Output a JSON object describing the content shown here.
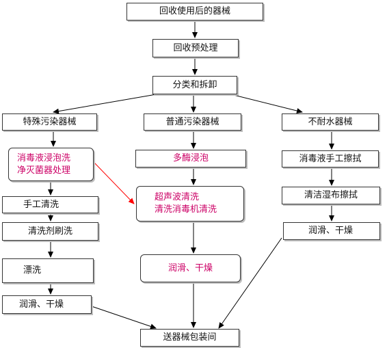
{
  "nodes": {
    "recycle_used": "回收使用后的器械",
    "pretreatment": "回收预处理",
    "sort_disassemble": "分类和拆卸",
    "special_contaminated": "特殊污染器械",
    "normal_contaminated": "普通污染器械",
    "water_intolerant": "不耐水器械",
    "disinfect_soak": "消毒液浸泡洗\n净灭菌器处理",
    "enzyme_soak": "多酶浸泡",
    "disinfect_wipe": "消毒液手工擦拭",
    "manual_wash": "手工清洗",
    "ultrasonic": "超声波清洗\n清洗消毒机清洗",
    "wet_cloth_wipe": "清洁湿布擦拭",
    "detergent_brush": "清洗剂刷洗",
    "lubricate_dry_right": "润滑、干燥",
    "rinse": "漂洗",
    "lubricate_dry_mid": "润滑、干燥",
    "lubricate_dry_left": "润滑、干燥",
    "to_packaging": "送器械包装间"
  },
  "colors": {
    "line": "#000000",
    "highlight_arrow": "#ff0000",
    "emphasis_text": "#cc0066"
  }
}
